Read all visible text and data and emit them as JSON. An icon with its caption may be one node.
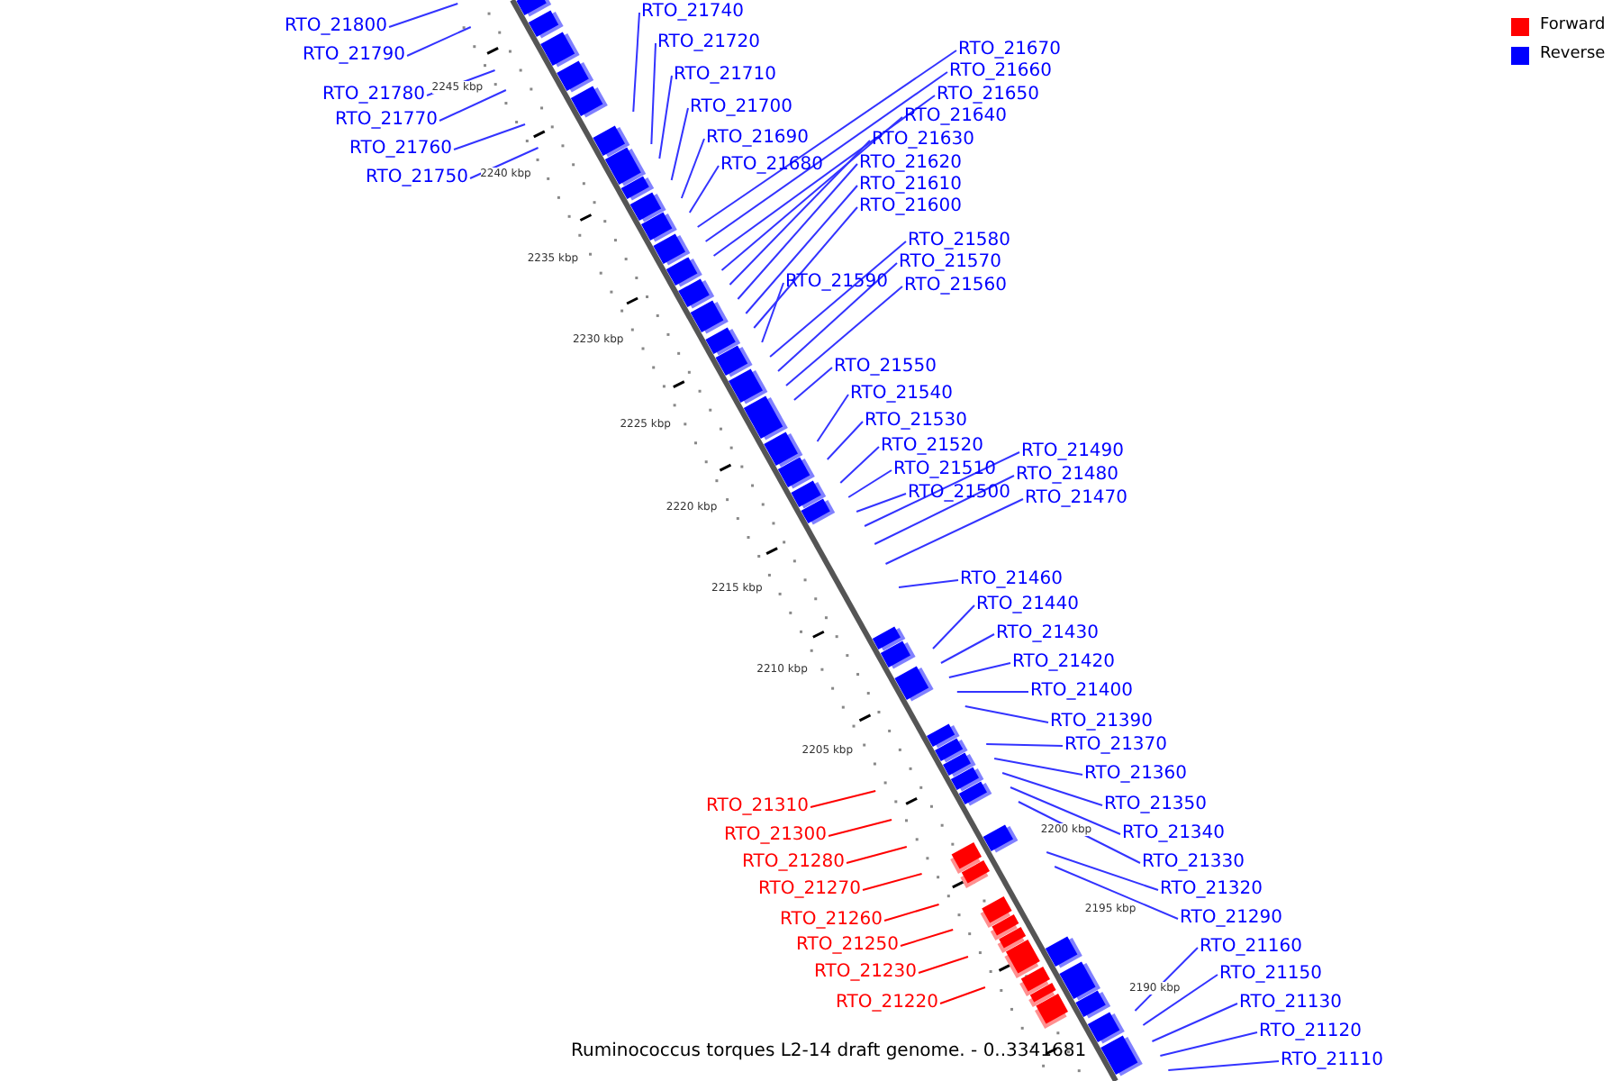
{
  "diagram": {
    "caption": "Ruminococcus torques L2-14 draft genome. - 0..3341681",
    "nodes": [
      {
        "text": [
          "RTO_21800"
        ]
      },
      {
        "text": [
          "RTO_21790"
        ]
      },
      {
        "text": [
          "RTO_21780"
        ]
      },
      {
        "text": [
          "RTO_21770"
        ]
      },
      {
        "text": [
          "RTO_21760"
        ]
      },
      {
        "text": [
          "RTO_21750"
        ]
      },
      {
        "text": [
          "RTO_21740"
        ]
      },
      {
        "text": [
          "RTO_21720"
        ]
      },
      {
        "text": [
          "RTO_21710"
        ]
      },
      {
        "text": [
          "RTO_21700"
        ]
      },
      {
        "text": [
          "RTO_21690"
        ]
      },
      {
        "text": [
          "RTO_21680"
        ]
      },
      {
        "text": [
          "RTO_21670"
        ]
      },
      {
        "text": [
          "RTO_21660"
        ]
      },
      {
        "text": [
          "RTO_21650"
        ]
      },
      {
        "text": [
          "RTO_21640"
        ]
      },
      {
        "text": [
          "RTO_21630"
        ]
      },
      {
        "text": [
          "RTO_21620"
        ]
      },
      {
        "text": [
          "RTO_21610"
        ]
      },
      {
        "text": [
          "RTO_21600"
        ]
      },
      {
        "text": [
          "RTO_21580"
        ]
      },
      {
        "text": [
          "RTO_21570"
        ]
      },
      {
        "text": [
          "RTO_21590"
        ]
      },
      {
        "text": [
          "RTO_21560"
        ]
      },
      {
        "text": [
          "RTO_21550"
        ]
      },
      {
        "text": [
          "RTO_21540"
        ]
      },
      {
        "text": [
          "RTO_21530"
        ]
      },
      {
        "text": [
          "RTO_21520"
        ]
      },
      {
        "text": [
          "RTO_21510"
        ]
      },
      {
        "text": [
          "RTO_21500"
        ]
      },
      {
        "text": [
          "RTO_21490"
        ]
      },
      {
        "text": [
          "RTO_21480"
        ]
      },
      {
        "text": [
          "RTO_21470"
        ]
      },
      {
        "text": [
          "RTO_21460"
        ]
      },
      {
        "text": [
          "RTO_21440"
        ]
      },
      {
        "text": [
          "RTO_21430"
        ]
      },
      {
        "text": [
          "RTO_21420"
        ]
      },
      {
        "text": [
          "RTO_21400"
        ]
      },
      {
        "text": [
          "RTO_21390"
        ]
      },
      {
        "text": [
          "RTO_21370"
        ]
      },
      {
        "text": [
          "RTO_21360"
        ]
      },
      {
        "text": [
          "RTO_21350"
        ]
      },
      {
        "text": [
          "RTO_21340"
        ]
      },
      {
        "text": [
          "RTO_21330"
        ]
      },
      {
        "text": [
          "RTO_21320"
        ]
      },
      {
        "text": [
          "RTO_21290"
        ]
      },
      {
        "text": [
          "RTO_21160"
        ]
      },
      {
        "text": [
          "RTO_21150"
        ]
      },
      {
        "text": [
          "RTO_21130"
        ]
      },
      {
        "text": [
          "RTO_21120"
        ]
      },
      {
        "text": [
          "RTO_21110"
        ]
      },
      {
        "text": [
          "RTO_21310"
        ]
      },
      {
        "text": [
          "RTO_21300"
        ]
      },
      {
        "text": [
          "RTO_21280"
        ]
      },
      {
        "text": [
          "RTO_21270"
        ]
      },
      {
        "text": [
          "RTO_21260"
        ]
      },
      {
        "text": [
          "RTO_21250"
        ]
      },
      {
        "text": [
          "RTO_21230"
        ]
      },
      {
        "text": [
          "RTO_21220"
        ]
      }
    ],
    "edges": [
      {
        "from": 0,
        "to": null,
        "arrow": "none"
      },
      {
        "from": 1,
        "to": null,
        "arrow": "none"
      },
      {
        "from": 2,
        "to": null,
        "arrow": "none"
      },
      {
        "from": 3,
        "to": null,
        "arrow": "none"
      },
      {
        "from": 4,
        "to": null,
        "arrow": "none"
      },
      {
        "from": 5,
        "to": null,
        "arrow": "none"
      },
      {
        "from": 6,
        "to": null,
        "arrow": "none"
      },
      {
        "from": 7,
        "to": null,
        "arrow": "none"
      },
      {
        "from": 8,
        "to": null,
        "arrow": "none"
      },
      {
        "from": 9,
        "to": null,
        "arrow": "none"
      },
      {
        "from": 10,
        "to": null,
        "arrow": "none"
      },
      {
        "from": 11,
        "to": null,
        "arrow": "none"
      },
      {
        "from": 12,
        "to": null,
        "arrow": "none"
      },
      {
        "from": 13,
        "to": null,
        "arrow": "none"
      },
      {
        "from": 14,
        "to": null,
        "arrow": "none"
      },
      {
        "from": 15,
        "to": null,
        "arrow": "none"
      },
      {
        "from": 16,
        "to": null,
        "arrow": "none"
      },
      {
        "from": 17,
        "to": null,
        "arrow": "none"
      },
      {
        "from": 18,
        "to": null,
        "arrow": "none"
      },
      {
        "from": 19,
        "to": null,
        "arrow": "none"
      },
      {
        "from": 20,
        "to": null,
        "arrow": "none"
      },
      {
        "from": 21,
        "to": null,
        "arrow": "none"
      },
      {
        "from": 22,
        "to": null,
        "arrow": "none"
      },
      {
        "from": 23,
        "to": null,
        "arrow": "none"
      },
      {
        "from": 24,
        "to": null,
        "arrow": "none"
      },
      {
        "from": 25,
        "to": null,
        "arrow": "none"
      },
      {
        "from": 26,
        "to": null,
        "arrow": "none"
      },
      {
        "from": 27,
        "to": null,
        "arrow": "none"
      },
      {
        "from": 28,
        "to": null,
        "arrow": "none"
      },
      {
        "from": 29,
        "to": null,
        "arrow": "none"
      },
      {
        "from": 30,
        "to": null,
        "arrow": "none"
      },
      {
        "from": 31,
        "to": null,
        "arrow": "none"
      },
      {
        "from": 32,
        "to": null,
        "arrow": "none"
      },
      {
        "from": 33,
        "to": null,
        "arrow": "none"
      },
      {
        "from": 34,
        "to": null,
        "arrow": "none"
      },
      {
        "from": 35,
        "to": null,
        "arrow": "none"
      },
      {
        "from": 36,
        "to": null,
        "arrow": "none"
      },
      {
        "from": 37,
        "to": null,
        "arrow": "none"
      },
      {
        "from": 38,
        "to": null,
        "arrow": "none"
      },
      {
        "from": 39,
        "to": null,
        "arrow": "none"
      },
      {
        "from": 40,
        "to": null,
        "arrow": "none"
      },
      {
        "from": 41,
        "to": null,
        "arrow": "none"
      },
      {
        "from": 42,
        "to": null,
        "arrow": "none"
      },
      {
        "from": 43,
        "to": null,
        "arrow": "none"
      },
      {
        "from": 44,
        "to": null,
        "arrow": "none"
      },
      {
        "from": 45,
        "to": null,
        "arrow": "none"
      },
      {
        "from": 46,
        "to": null,
        "arrow": "none"
      },
      {
        "from": 47,
        "to": null,
        "arrow": "none"
      },
      {
        "from": 48,
        "to": null,
        "arrow": "none"
      },
      {
        "from": 49,
        "to": null,
        "arrow": "none"
      },
      {
        "from": 50,
        "to": null,
        "arrow": "none"
      },
      {
        "from": 51,
        "to": null,
        "arrow": "none",
        "color": "#ff0000"
      },
      {
        "from": 52,
        "to": null,
        "arrow": "none",
        "color": "#ff0000"
      },
      {
        "from": 53,
        "to": null,
        "arrow": "none",
        "color": "#ff0000"
      },
      {
        "from": 54,
        "to": null,
        "arrow": "none",
        "color": "#ff0000"
      },
      {
        "from": 55,
        "to": null,
        "arrow": "none",
        "color": "#ff0000"
      },
      {
        "from": 56,
        "to": null,
        "arrow": "none",
        "color": "#ff0000"
      },
      {
        "from": 57,
        "to": null,
        "arrow": "none",
        "color": "#ff0000"
      },
      {
        "from": 58,
        "to": null,
        "arrow": "none",
        "color": "#ff0000"
      }
    ],
    "labels": [
      "2245 kbp",
      "2240 kbp",
      "2235 kbp",
      "2230 kbp",
      "2225 kbp",
      "2220 kbp",
      "2215 kbp",
      "2210 kbp",
      "2205 kbp",
      "2200 kbp",
      "2195 kbp",
      "2190 kbp"
    ],
    "legend": [
      {
        "text": "Forward",
        "color": "#ff0000"
      },
      {
        "text": "Reverse",
        "color": "#0000ff"
      }
    ]
  }
}
